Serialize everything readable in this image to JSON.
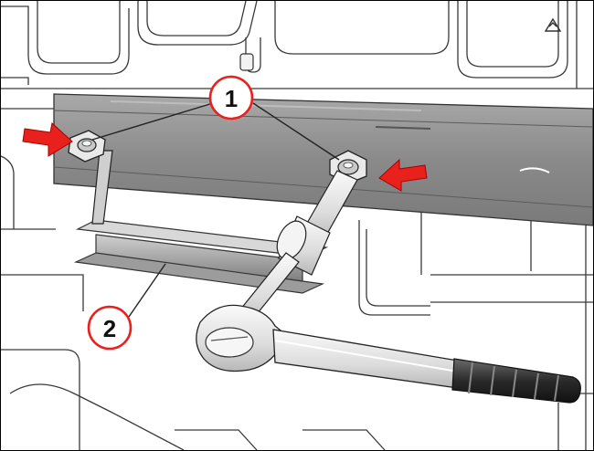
{
  "callouts": [
    {
      "label": "1",
      "part": "mounting bolts"
    },
    {
      "label": "2",
      "part": "bracket"
    }
  ],
  "colors": {
    "accent": "#e8211d",
    "bar": "#8f8f8f",
    "line": "#3a3a3a",
    "tool": "#e6e6e6"
  }
}
